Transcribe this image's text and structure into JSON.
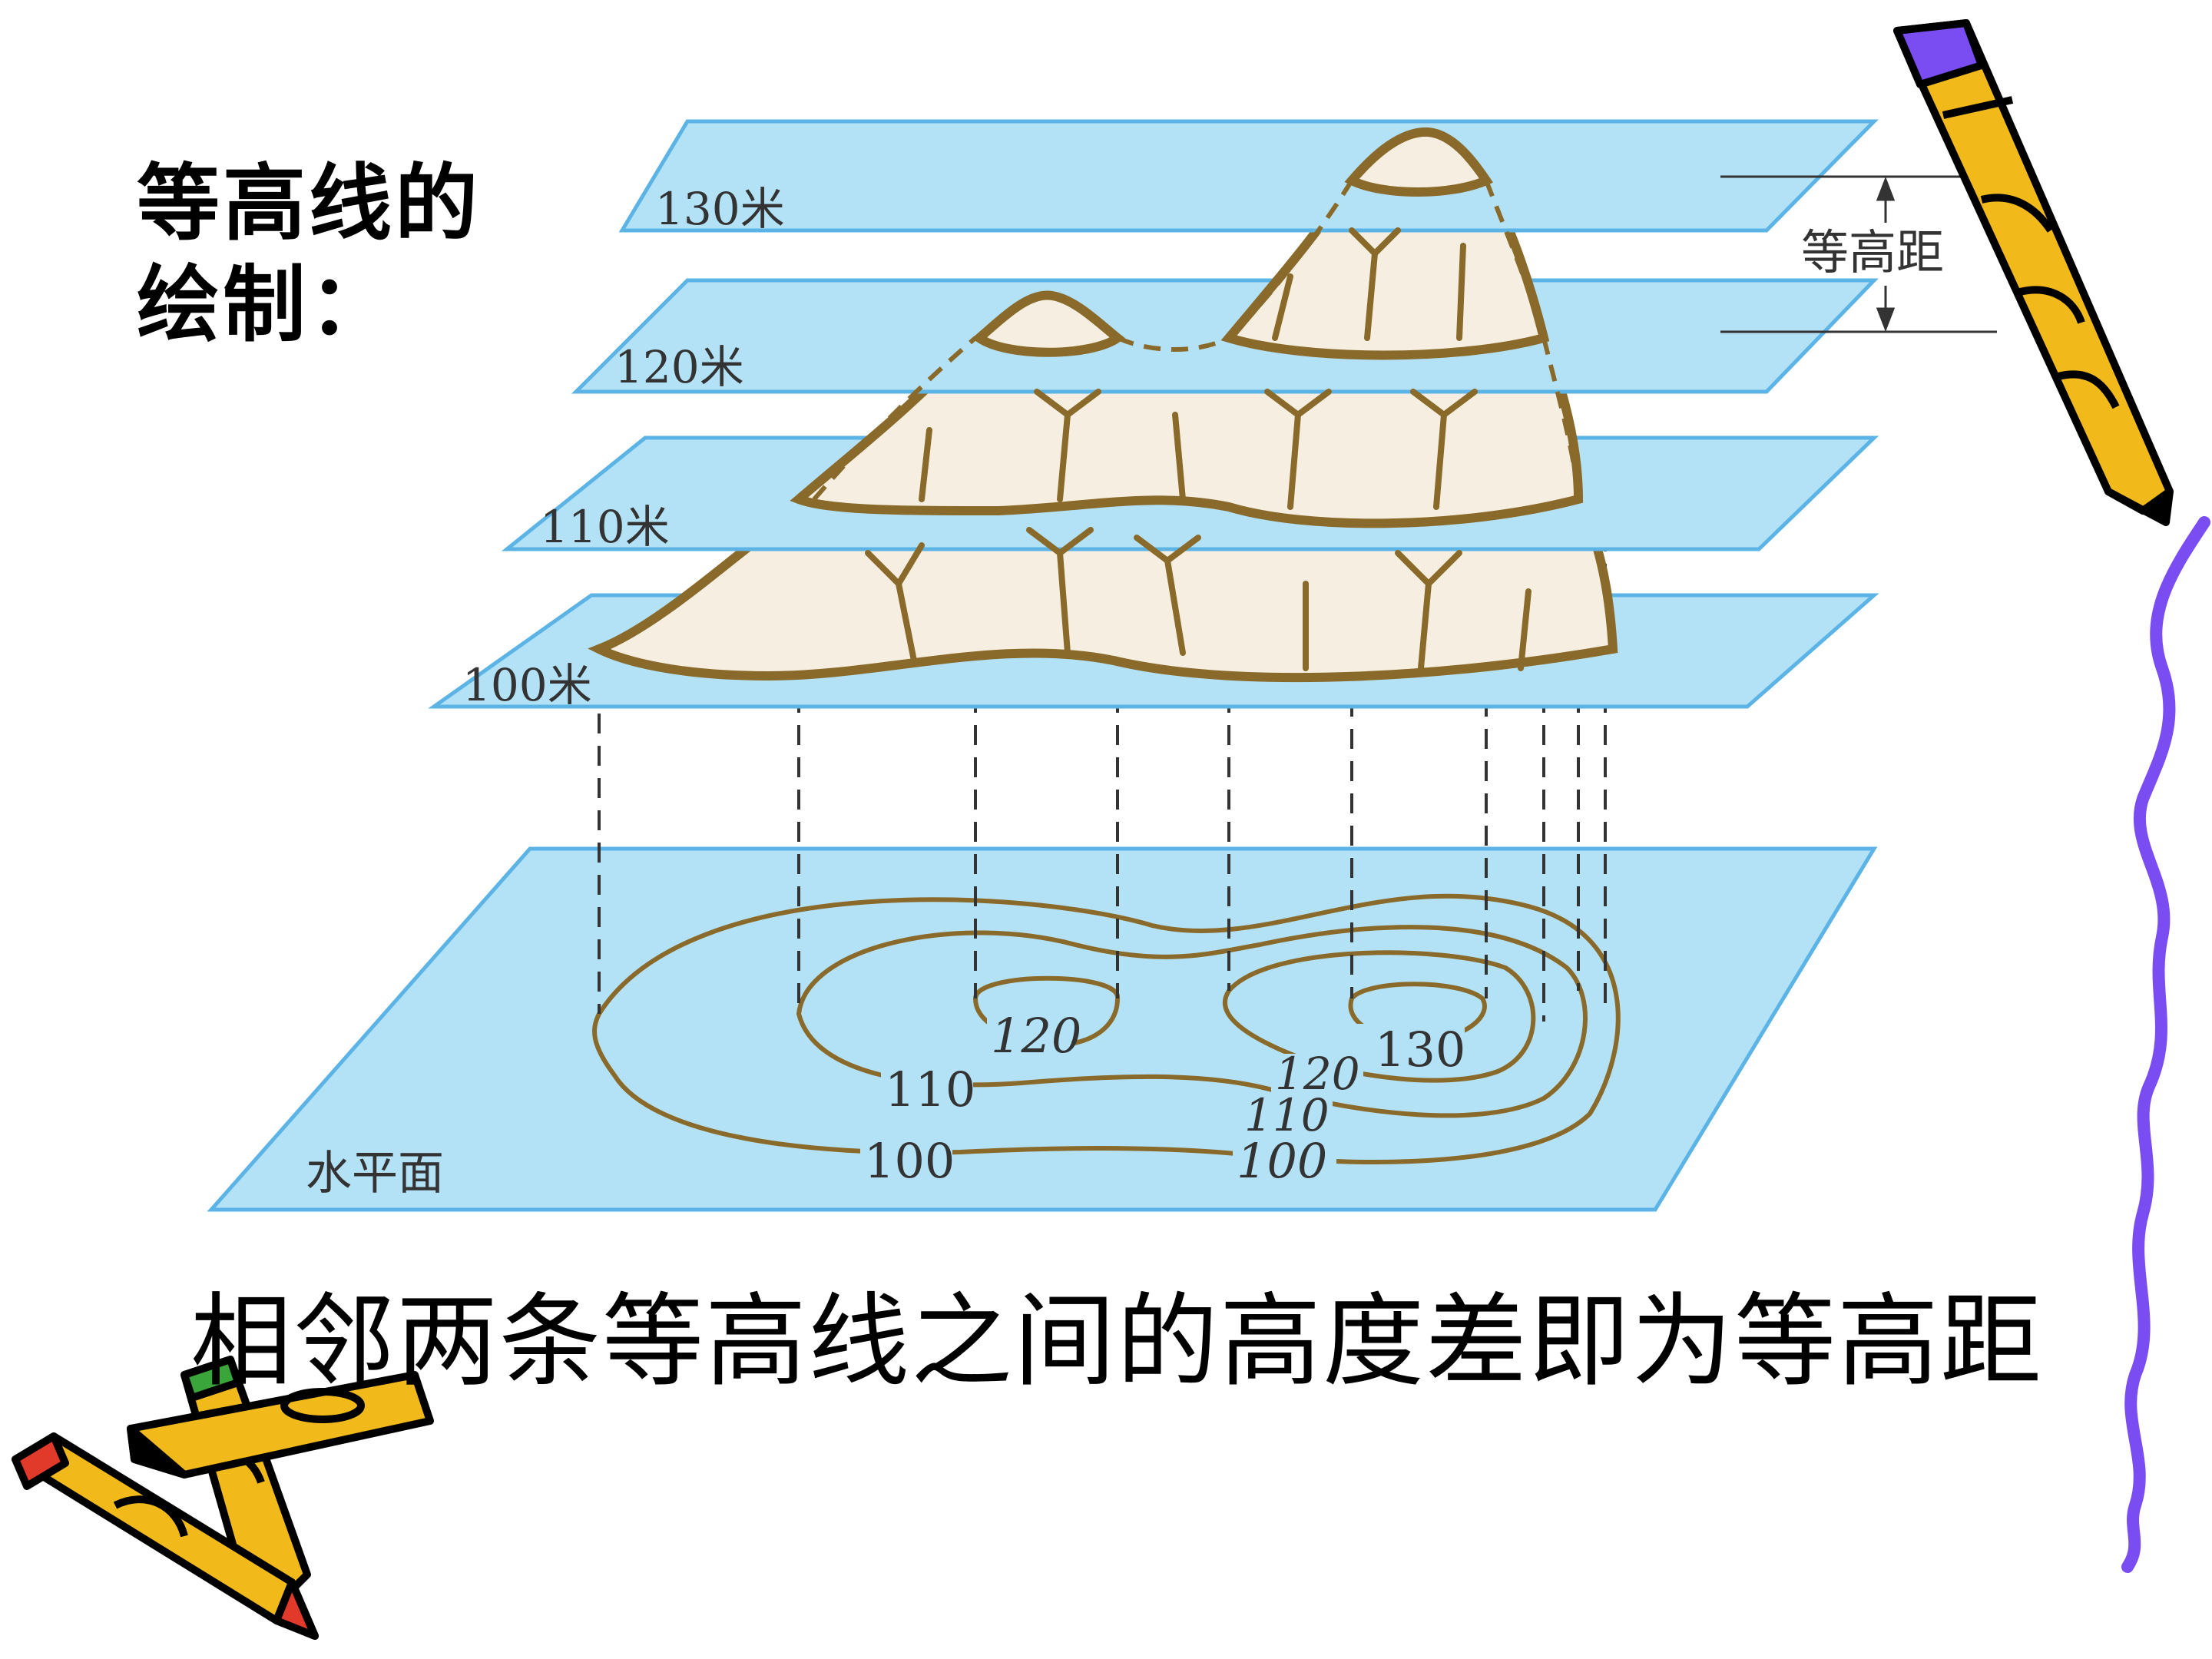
{
  "title_lines": [
    "等高线的",
    "绘制："
  ],
  "caption": "相邻两条等高线之间的高度差即为等高距",
  "plane_labels": [
    "130米",
    "120米",
    "110米",
    "100米"
  ],
  "interval_label": "等高距",
  "base_label": "水平面",
  "contour_labels": {
    "left": [
      "120",
      "110",
      "100"
    ],
    "right": [
      "130",
      "120",
      "110",
      "100"
    ]
  },
  "colors": {
    "plane": "#b3e2f7",
    "plane_edge": "#5bb4e5",
    "terrain": "#8a6a2a",
    "wave": "#7a4df2",
    "pencil": "#f2b91a"
  }
}
